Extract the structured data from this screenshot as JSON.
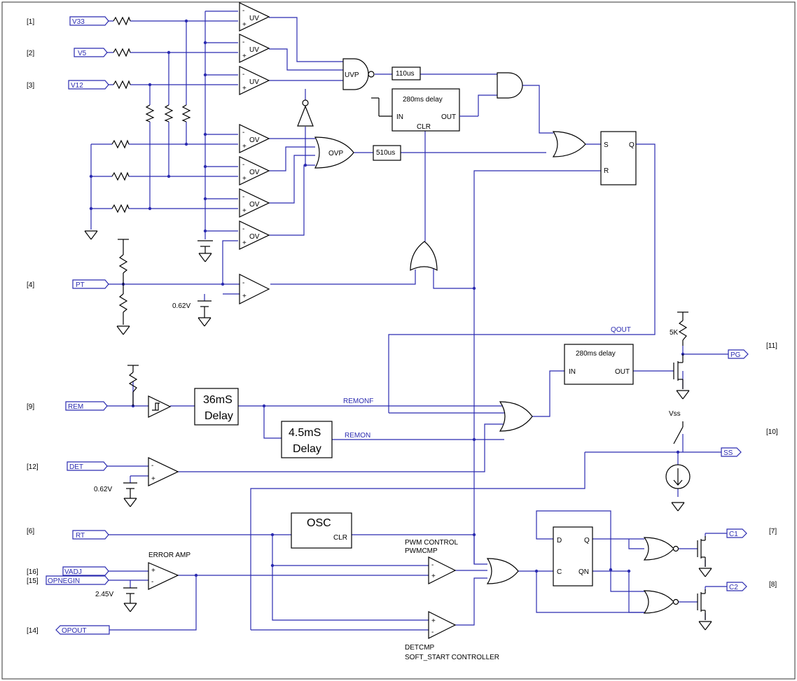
{
  "pins": {
    "v33": {
      "number": "[1]",
      "name": "V33"
    },
    "v5": {
      "number": "[2]",
      "name": "V5"
    },
    "v12": {
      "number": "[3]",
      "name": "V12"
    },
    "pt": {
      "number": "[4]",
      "name": "PT"
    },
    "rem": {
      "number": "[9]",
      "name": "REM"
    },
    "det": {
      "number": "[12]",
      "name": "DET"
    },
    "rt": {
      "number": "[6]",
      "name": "RT"
    },
    "vadj": {
      "number": "[16]",
      "name": "VADJ"
    },
    "opnegin": {
      "number": "[15]",
      "name": "OPNEGIN"
    },
    "opout": {
      "number": "[14]",
      "name": "OPOUT"
    },
    "pg": {
      "number": "[11]",
      "name": "PG"
    },
    "ss": {
      "number": "[10]",
      "name": "SS"
    },
    "c1": {
      "number": "[7]",
      "name": "C1"
    },
    "c2": {
      "number": "[8]",
      "name": "C2"
    }
  },
  "comparators": {
    "uv": "UV",
    "ov": "OV",
    "minus": "-",
    "plus": "+"
  },
  "gates": {
    "uvp": "UVP",
    "ovp": "OVP"
  },
  "delays": {
    "t110": "110us",
    "t510": "510us",
    "d280a": {
      "title": "280ms delay",
      "in": "IN",
      "out": "OUT",
      "clr": "CLR"
    },
    "d280b": {
      "title": "280ms delay",
      "in": "IN",
      "out": "OUT"
    },
    "d36": {
      "line1": "36mS",
      "line2": "Delay"
    },
    "d45": {
      "line1": "4.5mS",
      "line2": "Delay"
    }
  },
  "sr_latch": {
    "s": "S",
    "r": "R",
    "q": "Q"
  },
  "d_flipflop": {
    "d": "D",
    "q": "Q",
    "c": "C",
    "qn": "QN"
  },
  "osc": {
    "title": "OSC",
    "clr": "CLR"
  },
  "sources": {
    "pt_ref": "0.62V",
    "det_ref": "0.62V",
    "ea_ref": "2.45V"
  },
  "nets": {
    "qout": "QOUT",
    "remonf": "REMONF",
    "remon": "REMON",
    "vss": "Vss",
    "pullup": "5K"
  },
  "labels": {
    "error_amp": "ERROR AMP",
    "pwm_line1": "PWM CONTROL",
    "pwm_line2": "PWMCMP",
    "det_line1": "DETCMP",
    "det_line2": "SOFT_START CONTROLLER"
  }
}
